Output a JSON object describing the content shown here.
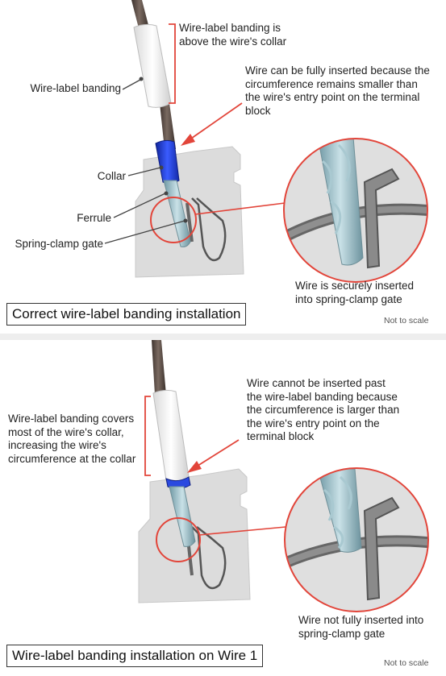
{
  "top": {
    "labels": {
      "banding_position": "Wire-label banding is above the wire's collar",
      "fully_inserted": "Wire can be fully inserted because the circumference remains smaller than the wire's entry point on the terminal block",
      "wire_label_banding": "Wire-label banding",
      "collar": "Collar",
      "ferrule": "Ferrule",
      "spring_clamp_gate": "Spring-clamp gate",
      "securely_inserted": "Wire is securely inserted into spring-clamp gate"
    },
    "title": "Correct wire-label banding installation",
    "scale_note": "Not to scale"
  },
  "bottom": {
    "labels": {
      "cannot_insert": "Wire cannot be inserted past the wire-label banding because the circumference is larger than the wire's entry point on the terminal block",
      "banding_covers": "Wire-label banding covers most of the wire's collar, increasing the wire's circumference at the collar",
      "not_fully_inserted": "Wire not fully inserted into spring-clamp gate"
    },
    "title": "Wire-label banding installation on Wire 1",
    "scale_note": "Not to scale"
  },
  "colors": {
    "callout_red": "#e2453a",
    "collar_blue": "#1f3fd6",
    "wire_dark": "#5a4c45",
    "ferrule_teal": "#93b9c3",
    "block_gray": "#dcdcdc",
    "banding_white": "#f4f4f4"
  }
}
